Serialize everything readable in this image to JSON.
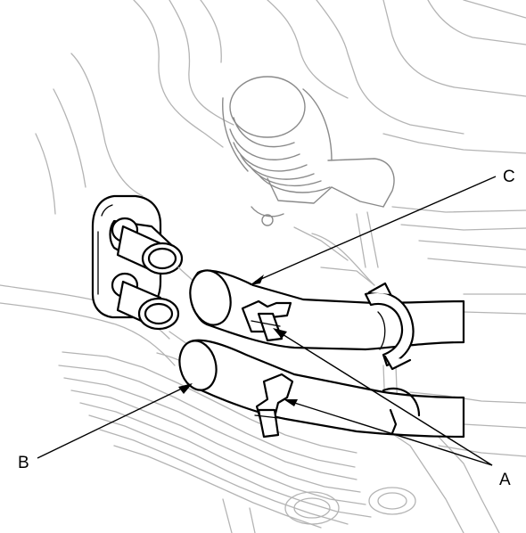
{
  "callouts": {
    "a": "A",
    "b": "B",
    "c": "C"
  },
  "colors": {
    "ink": "#000000",
    "ghost": "#b4b4b4",
    "background": "#ffffff"
  }
}
